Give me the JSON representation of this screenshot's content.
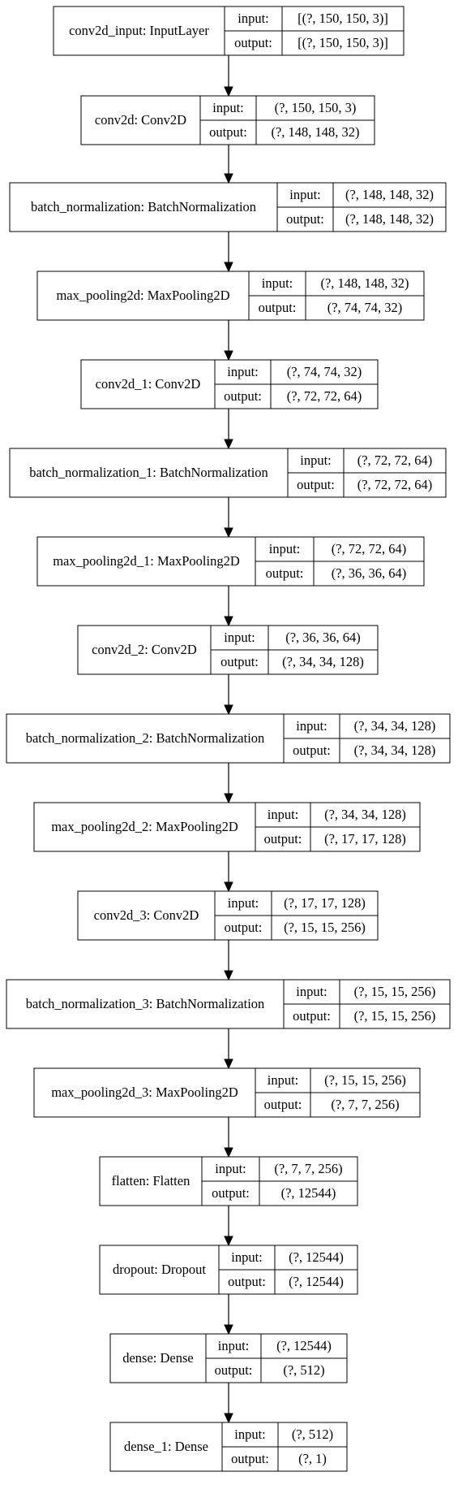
{
  "diagram": {
    "type": "keras-model-plot",
    "port_labels": {
      "input": "input:",
      "output": "output:"
    },
    "layers": [
      {
        "id": "conv2d_input",
        "title": "conv2d_input: InputLayer",
        "input": "[(?, 150, 150, 3)]",
        "output": "[(?, 150, 150, 3)]"
      },
      {
        "id": "conv2d",
        "title": "conv2d: Conv2D",
        "input": "(?, 150, 150, 3)",
        "output": "(?, 148, 148, 32)"
      },
      {
        "id": "batch_normalization",
        "title": "batch_normalization: BatchNormalization",
        "input": "(?, 148, 148, 32)",
        "output": "(?, 148, 148, 32)"
      },
      {
        "id": "max_pooling2d",
        "title": "max_pooling2d: MaxPooling2D",
        "input": "(?, 148, 148, 32)",
        "output": "(?, 74, 74, 32)"
      },
      {
        "id": "conv2d_1",
        "title": "conv2d_1: Conv2D",
        "input": "(?, 74, 74, 32)",
        "output": "(?, 72, 72, 64)"
      },
      {
        "id": "batch_normalization_1",
        "title": "batch_normalization_1: BatchNormalization",
        "input": "(?, 72, 72, 64)",
        "output": "(?, 72, 72, 64)"
      },
      {
        "id": "max_pooling2d_1",
        "title": "max_pooling2d_1: MaxPooling2D",
        "input": "(?, 72, 72, 64)",
        "output": "(?, 36, 36, 64)"
      },
      {
        "id": "conv2d_2",
        "title": "conv2d_2: Conv2D",
        "input": "(?, 36, 36, 64)",
        "output": "(?, 34, 34, 128)"
      },
      {
        "id": "batch_normalization_2",
        "title": "batch_normalization_2: BatchNormalization",
        "input": "(?, 34, 34, 128)",
        "output": "(?, 34, 34, 128)"
      },
      {
        "id": "max_pooling2d_2",
        "title": "max_pooling2d_2: MaxPooling2D",
        "input": "(?, 34, 34, 128)",
        "output": "(?, 17, 17, 128)"
      },
      {
        "id": "conv2d_3",
        "title": "conv2d_3: Conv2D",
        "input": "(?, 17, 17, 128)",
        "output": "(?, 15, 15, 256)"
      },
      {
        "id": "batch_normalization_3",
        "title": "batch_normalization_3: BatchNormalization",
        "input": "(?, 15, 15, 256)",
        "output": "(?, 15, 15, 256)"
      },
      {
        "id": "max_pooling2d_3",
        "title": "max_pooling2d_3: MaxPooling2D",
        "input": "(?, 15, 15, 256)",
        "output": "(?, 7, 7, 256)"
      },
      {
        "id": "flatten",
        "title": "flatten: Flatten",
        "input": "(?, 7, 7, 256)",
        "output": "(?, 12544)"
      },
      {
        "id": "dropout",
        "title": "dropout: Dropout",
        "input": "(?, 12544)",
        "output": "(?, 12544)"
      },
      {
        "id": "dense",
        "title": "dense: Dense",
        "input": "(?, 12544)",
        "output": "(?, 512)"
      },
      {
        "id": "dense_1",
        "title": "dense_1: Dense",
        "input": "(?, 512)",
        "output": "(?, 1)"
      }
    ]
  }
}
